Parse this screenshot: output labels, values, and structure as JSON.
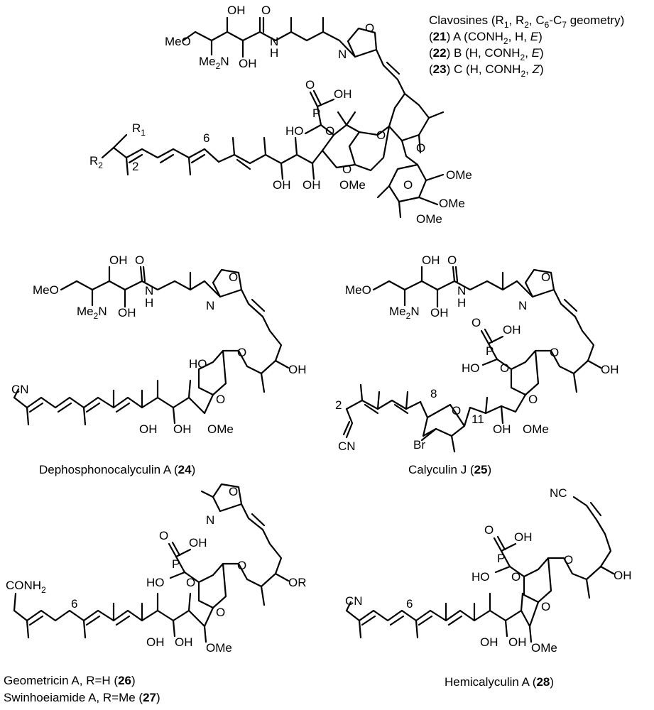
{
  "labels": {
    "clavosines_header": {
      "lead": "Clavosines (R",
      "r1": "1",
      "mid1": ", R",
      "r2": "2",
      "mid2": ", C",
      "c6": "6",
      "mid3": "-C",
      "c7": "7",
      "tail": " geometry)"
    },
    "clavosine_a": {
      "compound": "21",
      "text": " A (CONH",
      "n": "2",
      "rest": ", H, ",
      "geom": "E",
      "close": ")"
    },
    "clavosine_b": {
      "compound": "22",
      "text": " B (H, CONH",
      "n": "2",
      "rest": ", ",
      "geom": "E",
      "close": ")"
    },
    "clavosine_c": {
      "compound": "23",
      "text": " C (H, CONH",
      "n": "2",
      "rest": ", ",
      "geom": "Z",
      "close": ")"
    },
    "dephospho": {
      "text": "Dephosphonocalyculin A (",
      "compound": "24",
      "close": ")"
    },
    "calyculin_j": {
      "text": "Calyculin J (",
      "compound": "25",
      "close": ")"
    },
    "geometricin": {
      "text": "Geometricin A, R=H (",
      "compound": "26",
      "close": ")"
    },
    "swinhoeiamide": {
      "text": "Swinhoeiamide A, R=Me (",
      "compound": "27",
      "close": ")"
    },
    "hemicalyculin": {
      "text": "Hemicalyculin A (",
      "compound": "28",
      "close": ")"
    }
  },
  "atoms": {
    "OH": "OH",
    "O": "O",
    "N": "N",
    "H": "H",
    "HO": "HO",
    "P": "P",
    "OMe": "OMe",
    "MeO": "MeO",
    "Me2N_main": "Me",
    "Me2N_sub": "2",
    "Me2N_tail": "N",
    "CN": "CN",
    "NC": "NC",
    "Br": "Br",
    "OR": "OR",
    "CONH": "CONH",
    "CONH_sub": "2",
    "R": "R",
    "R1_sub": "1",
    "R2_sub": "2"
  },
  "locants": {
    "n2": "2",
    "n6": "6",
    "n8": "8",
    "n11": "11"
  }
}
